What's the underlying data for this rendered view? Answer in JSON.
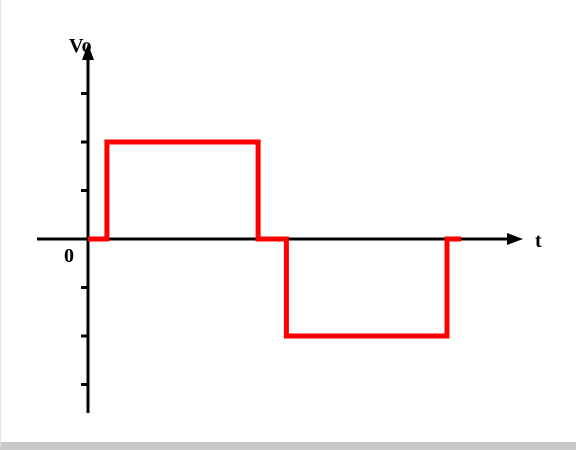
{
  "chart_data": {
    "type": "line",
    "title": "",
    "xlabel": "t",
    "ylabel": "Vo",
    "origin_label": "0",
    "step": true,
    "x": [
      0,
      0.4,
      0.4,
      3.6,
      3.6,
      4.2,
      4.2,
      7.6,
      7.6,
      7.9
    ],
    "y": [
      0,
      0,
      2,
      2,
      0,
      0,
      -2,
      -2,
      0,
      0
    ],
    "xlim": [
      0,
      8.7
    ],
    "ylim": [
      -3.5,
      3.5
    ],
    "yticks": [
      -3,
      -2,
      -1,
      1,
      2,
      3
    ],
    "grid": false,
    "colors": {
      "signal": "#ff0000",
      "axes": "#000000"
    }
  }
}
